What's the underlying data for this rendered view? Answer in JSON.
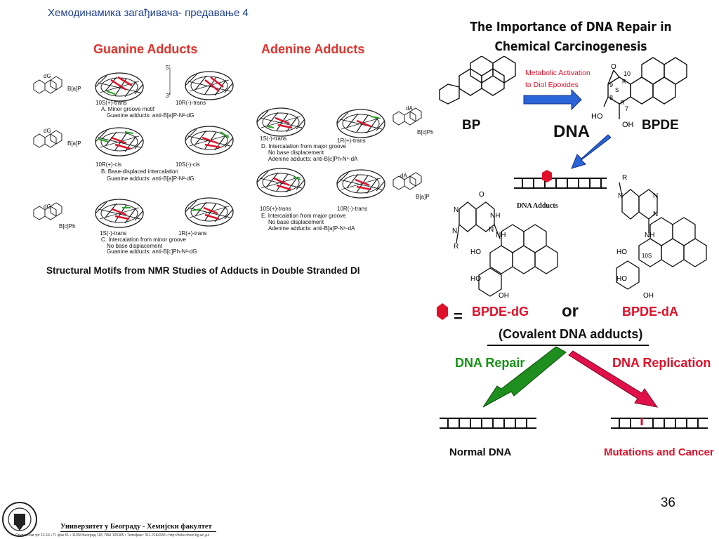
{
  "header": {
    "title": "Хемодинамика загађивача- предавање 4"
  },
  "left": {
    "guanine_title": "Guanine  Adducts",
    "adenine_title": "Adenine Adducts",
    "caption": "Structural Motifs from NMR Studies of Adducts in Double Stranded DI",
    "panels": {
      "a_left": "10S(+)-trans",
      "a_right": "10R(-)-trans",
      "a_desc1": "A.  Minor groove motif",
      "a_desc2": "Guanine adducts: anti-B[a]P-N²-dG",
      "b_left": "10R(+)-cis",
      "b_right": "10S(-)-cis",
      "b_desc1": "B.  Base-displaced intercalation",
      "b_desc2": "Guanine adducts: anti-B[a]P-N²-dG",
      "c_left": "1S(-)-trans",
      "c_right": "1R(+)-trans",
      "c_desc1": "C.  Intercalation from minor groove",
      "c_desc2": "No base displacement",
      "c_desc3": "Guanine adducts: anti-B[c]Ph-N²-dG",
      "d_left": "1S(-)-trans",
      "d_right": "1R(+)-trans",
      "d_desc1": "D.  Intercalation from major groove",
      "d_desc2": "No base displacement",
      "d_desc3": "Adenine adducts: anti-B[c]Ph-N⁶-dA",
      "e_left": "10S(+)-trans",
      "e_right": "10R(-)-trans",
      "e_desc1": "E.  Intercalation from major groove",
      "e_desc2": "No base displacement",
      "e_desc3": "Adenine adducts: anti-B[a]P-N⁶-dA",
      "bap": "B[a]P",
      "bcph": "B[c]Ph",
      "strand5": "5'",
      "strand3": "3'",
      "dg": "dG",
      "da": "dA"
    }
  },
  "diagram": {
    "title_line1": "The Importance of DNA Repair in",
    "title_line2": "Chemical Carcinogenesis",
    "metabolic_line1": "Metabolic Activation",
    "metabolic_line2": "to Diol Epoxides",
    "bp": "BP",
    "bpde": "BPDE",
    "dna": "DNA",
    "dna_adducts": "DNA Adducts",
    "legend_eq": "=",
    "bpde_dg": "BPDE-dG",
    "or": "or",
    "bpde_da": "BPDE-dA",
    "covalent": "(Covalent DNA adducts)",
    "repair": "DNA Repair",
    "replication": "DNA Replication",
    "normal": "Normal DNA",
    "mutations": "Mutations and Cancer",
    "atoms": {
      "O": "O",
      "HO": "HO",
      "OH": "OH",
      "NH": "NH",
      "N": "N",
      "R": "R",
      "H": "H",
      "n10": "10",
      "n9": "9",
      "n8": "8",
      "n7": "7",
      "s": "S",
      "r": "R",
      "tos": "10S"
    }
  },
  "footer": {
    "slide_number": "36",
    "university": "Универзитет у Београду - Хемијски факултет",
    "address": "Студентски трг 12-16 • П. фах 51 • 11158 Београд 118, ПАК 105305 • Телефакс: 011-2184330 • http://helix.chem.bg.ac.yu/"
  },
  "colors": {
    "header": "#1f3f8f",
    "red": "#e0102a",
    "green": "#179417",
    "blue_arrow": "#2a64d6",
    "title_red": "#e0322b"
  }
}
